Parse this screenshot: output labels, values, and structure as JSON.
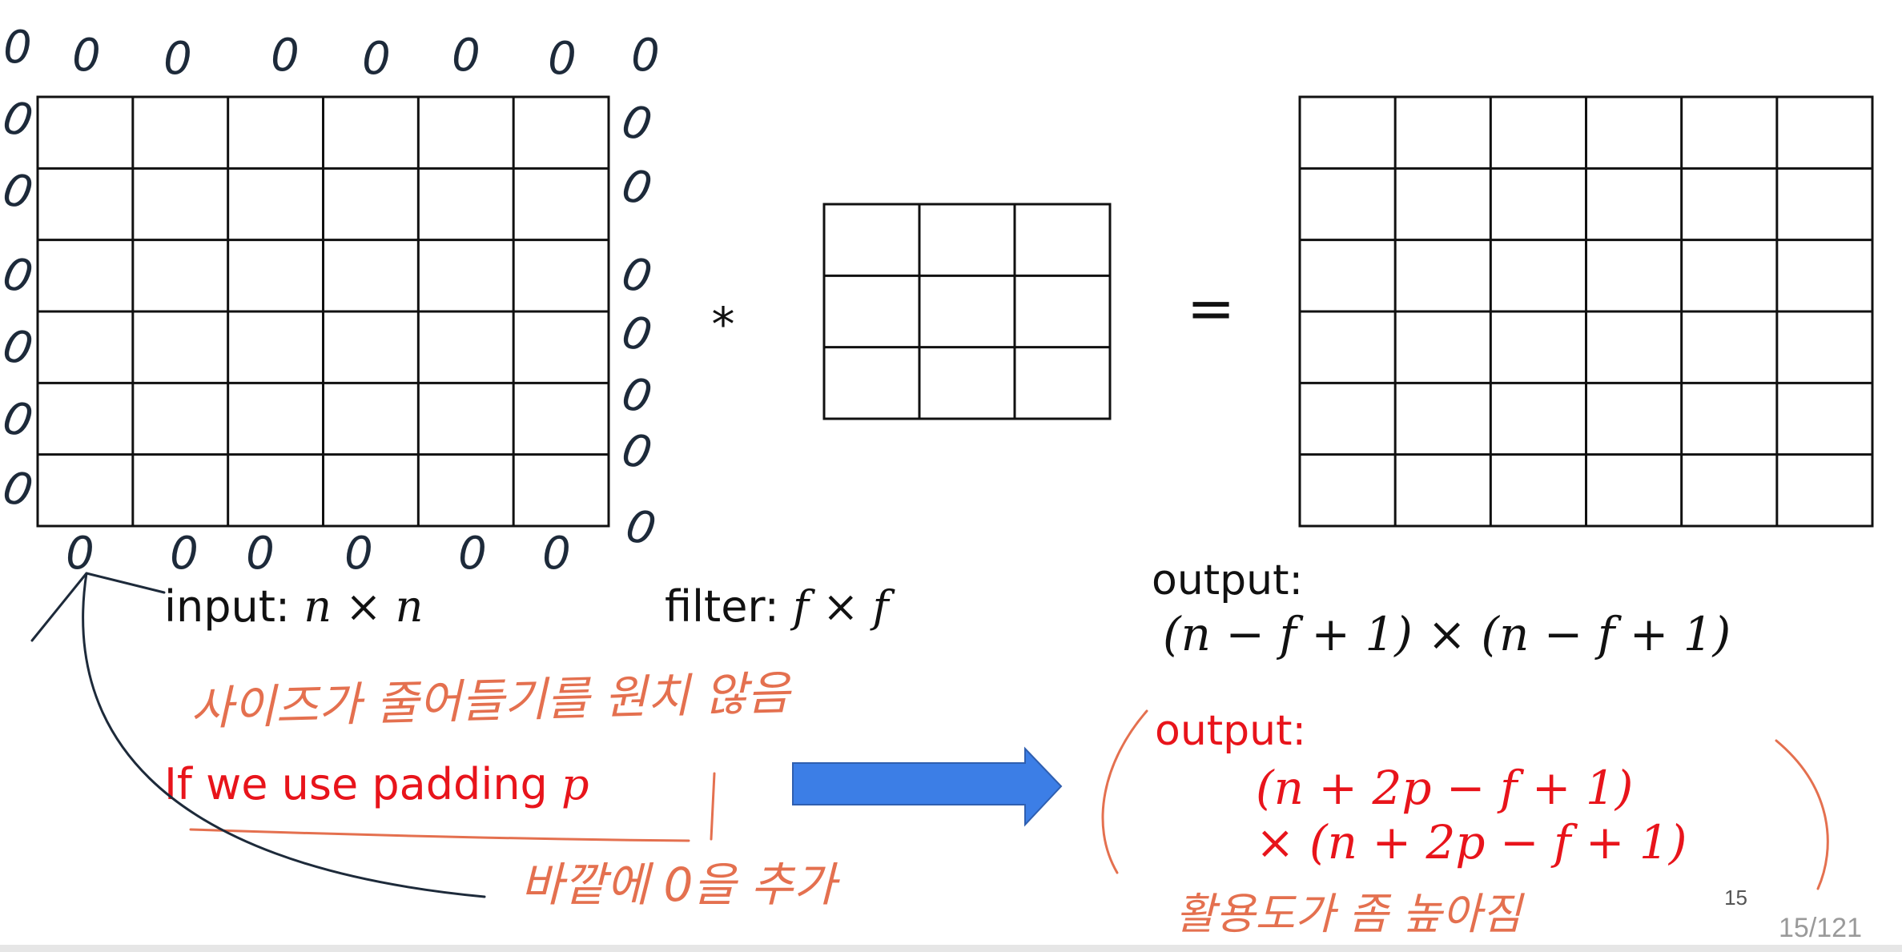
{
  "slide": {
    "operator_convolve": "*",
    "operator_equals": "=",
    "input_label": {
      "prefix": "input: ",
      "formula": "n × n"
    },
    "filter_label": {
      "prefix": "filter: ",
      "formula": "f × f"
    },
    "output_label": {
      "heading": "output:",
      "formula": "(n − f + 1) × (n − f + 1)"
    },
    "padding_text": {
      "prefix": "If we use padding ",
      "variable": "p"
    },
    "padded_output": {
      "heading": "output:",
      "line1": "(n + 2p − f + 1)",
      "line2": "× (n + 2p − f + 1)"
    },
    "slide_number": "15",
    "page_counter": "15/121"
  },
  "annotations": {
    "note_top": "사이즈가 줄어들기를 원치 않음",
    "note_bottom": "바깥에 0을 추가",
    "note_right": "활용도가 좀 높아짐",
    "zero_mark": "0"
  },
  "grids": {
    "input": {
      "rows": 6,
      "cols": 6
    },
    "filter": {
      "rows": 3,
      "cols": 3
    },
    "output": {
      "rows": 6,
      "cols": 6
    }
  },
  "colors": {
    "accent_red": "#e8141b",
    "arrow_blue": "#3c7ee6",
    "ink_dark": "#1d2a3a",
    "ink_red": "#e4704f"
  }
}
